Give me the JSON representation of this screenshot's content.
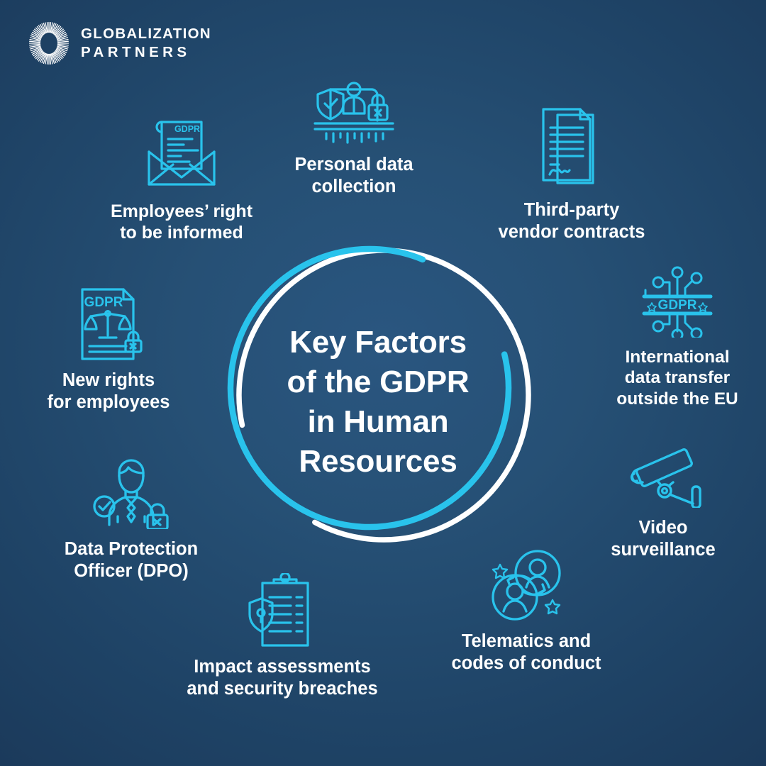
{
  "brand": {
    "logo_icon": "radial-burst-circle-logo",
    "line1": "GLOBALIZATION",
    "line2": "PARTNERS"
  },
  "center": {
    "title_lines": [
      "Key Factors",
      "of the GDPR",
      "in Human",
      "Resources"
    ],
    "ring_colors": {
      "outer_white": "#ffffff",
      "inner_cyan": "#29c3ec"
    }
  },
  "colors": {
    "background_dark": "#122842",
    "background_light": "#2a5680",
    "icon_cyan": "#29c3ec",
    "text_white": "#ffffff"
  },
  "nodes": [
    {
      "id": "personal-data-collection",
      "icon": "shield-person-lock-data-icon",
      "label_lines": [
        "Personal data",
        "collection"
      ]
    },
    {
      "id": "employees-right-to-be-informed",
      "icon": "envelope-gdpr-document-icon",
      "label_lines": [
        "Employees’ right",
        "to be informed"
      ]
    },
    {
      "id": "third-party-vendor-contracts",
      "icon": "stacked-signed-contracts-icon",
      "label_lines": [
        "Third-party",
        "vendor contracts"
      ]
    },
    {
      "id": "international-data-transfer",
      "icon": "gdpr-circuit-network-icon",
      "label_lines": [
        "International",
        "data transfer",
        "outside the EU"
      ]
    },
    {
      "id": "video-surveillance",
      "icon": "security-camera-icon",
      "label_lines": [
        "Video",
        "surveillance"
      ]
    },
    {
      "id": "telematics-codes-of-conduct",
      "icon": "two-people-exchange-stars-icon",
      "label_lines": [
        "Telematics and",
        "codes of conduct"
      ]
    },
    {
      "id": "impact-assessments-security-breaches",
      "icon": "clipboard-checklist-shield-lock-icon",
      "label_lines": [
        "Impact assessments",
        "and security breaches"
      ]
    },
    {
      "id": "data-protection-officer",
      "icon": "officer-person-check-lock-icon",
      "label_lines": [
        "Data Protection",
        "Officer (DPO)"
      ]
    },
    {
      "id": "new-rights-for-employees",
      "icon": "gdpr-document-scales-lock-icon",
      "label_lines": [
        "New rights",
        "for employees"
      ]
    }
  ]
}
